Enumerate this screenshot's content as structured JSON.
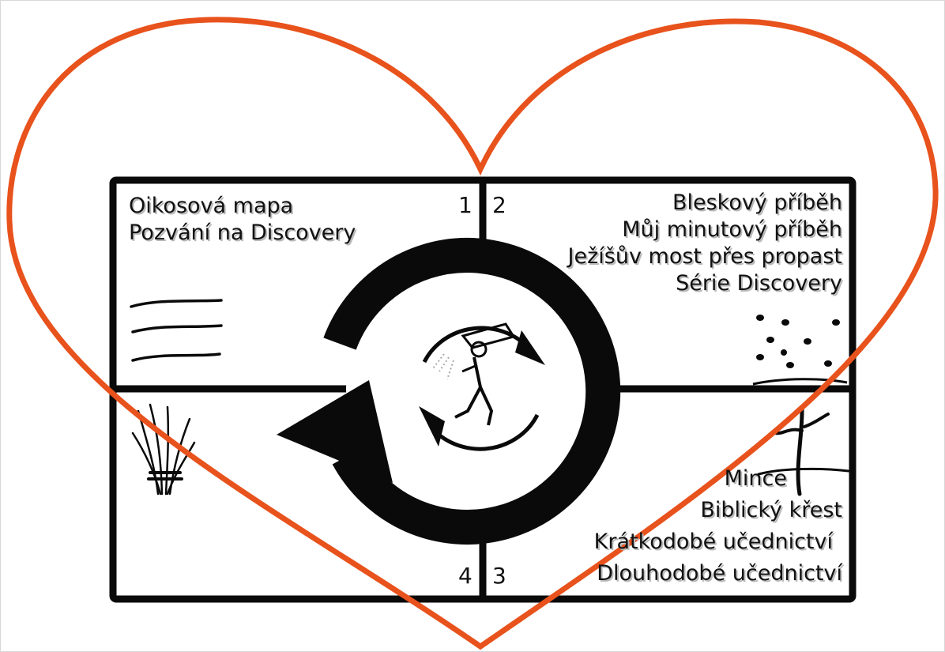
{
  "colors": {
    "heart": "#e8521c",
    "frame": "#0a0a0a",
    "shadow": "#b9b9b9"
  },
  "quadrants": {
    "q1": {
      "number": "1",
      "lines": [
        "Oikosová mapa",
        "Pozvání na Discovery"
      ],
      "icon": "soil-lines-icon"
    },
    "q2": {
      "number": "2",
      "lines": [
        "Bleskový příběh",
        "Můj minutový příběh",
        "Ježíšův most přes propast",
        "Série Discovery"
      ],
      "icon": "seeds-icon"
    },
    "q3": {
      "number": "3",
      "lines": [
        "Mince",
        "Biblický křest",
        "Krátkodobé učednictví",
        "Dlouhodobé učednictví"
      ],
      "icon": "sprout-icon"
    },
    "q4": {
      "number": "4",
      "icon": "wheat-bundle-icon"
    }
  },
  "center": {
    "icon": "sower-icon",
    "cycle": "cycle-arrow-icon"
  },
  "background": {
    "icon": "heart-outline-icon"
  }
}
